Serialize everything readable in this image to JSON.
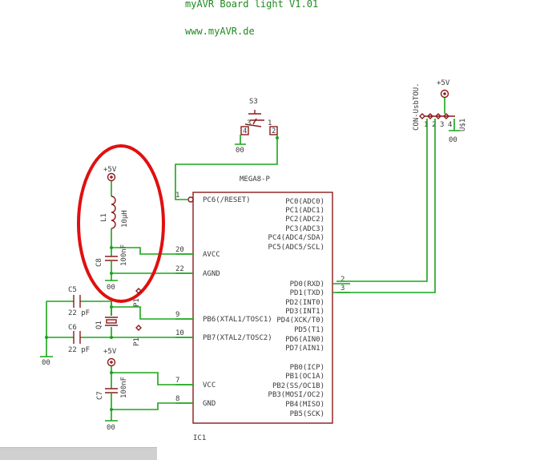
{
  "header": {
    "board_title": "myAVR Board light V1.01",
    "url": "www.myAVR.de"
  },
  "power": {
    "vcc_label": "+5V",
    "gnd_label": "00"
  },
  "switch": {
    "name": "S3",
    "pin_left": "4",
    "pin_3": "3",
    "pin_1": "1",
    "pin_right": "2"
  },
  "connector": {
    "name": "CON-UsbTOU.",
    "part": "U$1",
    "pins": [
      "1",
      "2",
      "3",
      "4"
    ]
  },
  "ic": {
    "type": "MEGA8-P",
    "name": "IC1",
    "left_pins": [
      {
        "num": "1",
        "label": "PC6(/RESET)"
      },
      {
        "num": "20",
        "label": "AVCC"
      },
      {
        "num": "22",
        "label": "AGND"
      },
      {
        "num": "9",
        "label": "PB6(XTAL1/TOSC1)"
      },
      {
        "num": "10",
        "label": "PB7(XTAL2/TOSC2)"
      },
      {
        "num": "7",
        "label": "VCC"
      },
      {
        "num": "8",
        "label": "GND"
      }
    ],
    "right_pins": [
      {
        "num": "",
        "label": "PC0(ADC0)"
      },
      {
        "num": "",
        "label": "PC1(ADC1)"
      },
      {
        "num": "",
        "label": "PC2(ADC2)"
      },
      {
        "num": "",
        "label": "PC3(ADC3)"
      },
      {
        "num": "",
        "label": "PC4(ADC4/SDA)"
      },
      {
        "num": "",
        "label": "PC5(ADC5/SCL)"
      },
      {
        "num": "2",
        "label": "PD0(RXD)"
      },
      {
        "num": "3",
        "label": "PD1(TXD)"
      },
      {
        "num": "",
        "label": "PD2(INT0)"
      },
      {
        "num": "",
        "label": "PD3(INT1)"
      },
      {
        "num": "",
        "label": "PD4(XCK/T0)"
      },
      {
        "num": "",
        "label": "PD5(T1)"
      },
      {
        "num": "",
        "label": "PD6(AIN0)"
      },
      {
        "num": "",
        "label": "PD7(AIN1)"
      },
      {
        "num": "",
        "label": "PB0(ICP)"
      },
      {
        "num": "",
        "label": "PB1(OC1A)"
      },
      {
        "num": "",
        "label": "PB2(SS/OC1B)"
      },
      {
        "num": "",
        "label": "PB3(MOSI/OC2)"
      },
      {
        "num": "",
        "label": "PB4(MISO)"
      },
      {
        "num": "",
        "label": "PB5(SCK)"
      }
    ]
  },
  "components": {
    "L1": {
      "name": "L1",
      "value": "10µH"
    },
    "C8": {
      "name": "C8",
      "value": "100nF"
    },
    "C5": {
      "name": "C5",
      "value": "22 pF"
    },
    "C6": {
      "name": "C6",
      "value": "22 pF"
    },
    "Q1": {
      "name": "Q1"
    },
    "P1": {
      "name": "P1"
    },
    "P2": {
      "name": "P1"
    },
    "C7": {
      "name": "C7",
      "value": "100nF"
    }
  },
  "colors": {
    "wire": "#1aa51a",
    "part": "#8b1a1a",
    "highlight": "#e01010",
    "text": "#3a3a3a"
  }
}
